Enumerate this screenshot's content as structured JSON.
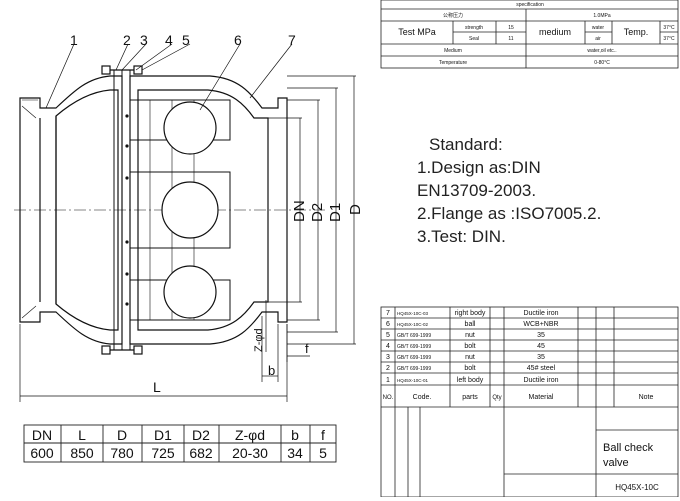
{
  "spec_table": {
    "title": "specification",
    "row_pressure": {
      "label": "公称压力",
      "value": "1.0MPa"
    },
    "row_test": {
      "label": "Test MPa",
      "strength_label": "strength",
      "strength_value": "15",
      "seal_label": "Seal",
      "seal_value": "11",
      "medium_label": "medium",
      "water_label": "water",
      "air_label": "air",
      "temp_label": "Temp.",
      "temp_water": "37°C",
      "temp_air": "37°C"
    },
    "row_medium": {
      "label": "Medium",
      "value": "water,oil etc.."
    },
    "row_temperature": {
      "label": "Temperature",
      "value": "0-80°C"
    }
  },
  "callouts": [
    "1",
    "2",
    "3",
    "4",
    "5",
    "6",
    "7"
  ],
  "dims": {
    "dn": "DN",
    "d2": "D2",
    "d1": "D1",
    "d": "D",
    "z": "Z-φd",
    "f": "f",
    "b": "b",
    "l": "L"
  },
  "standard_notes": {
    "title": "Standard:",
    "line1": "1.Design as:DIN",
    "line2": "EN13709-2003.",
    "line3": "2.Flange as :ISO7005.2.",
    "line4": "3.Test: DIN."
  },
  "dimension_table": {
    "headers": [
      "DN",
      "L",
      "D",
      "D1",
      "D2",
      "Z-φd",
      "b",
      "f"
    ],
    "values": [
      "600",
      "850",
      "780",
      "725",
      "682",
      "20-30",
      "34",
      "5"
    ]
  },
  "bom": {
    "rows": [
      {
        "no": "7",
        "code": "HQ45X-10C-03",
        "part": "right body",
        "material": "Ductile iron"
      },
      {
        "no": "6",
        "code": "HQ45X-10C-02",
        "part": "ball",
        "material": "WCB+NBR"
      },
      {
        "no": "5",
        "code": "GB/T 699-1999",
        "part": "nut",
        "material": "35"
      },
      {
        "no": "4",
        "code": "GB/T 699-1999",
        "part": "bolt",
        "material": "45"
      },
      {
        "no": "3",
        "code": "GB/T 699-1999",
        "part": "nut",
        "material": "35"
      },
      {
        "no": "2",
        "code": "GB/T 699-1999",
        "part": "bolt",
        "material": "45# steel"
      },
      {
        "no": "1",
        "code": "HQ45X-10C-01",
        "part": "left body",
        "material": "Ductile iron"
      }
    ],
    "headers": {
      "no": "NO.",
      "code": "Code.",
      "parts": "parts",
      "qty": "Qty",
      "material": "Material",
      "note": "Note"
    }
  },
  "title_block": {
    "name_line1": "Ball check",
    "name_line2": "valve",
    "drawing_no": "HQ45X-10C"
  }
}
